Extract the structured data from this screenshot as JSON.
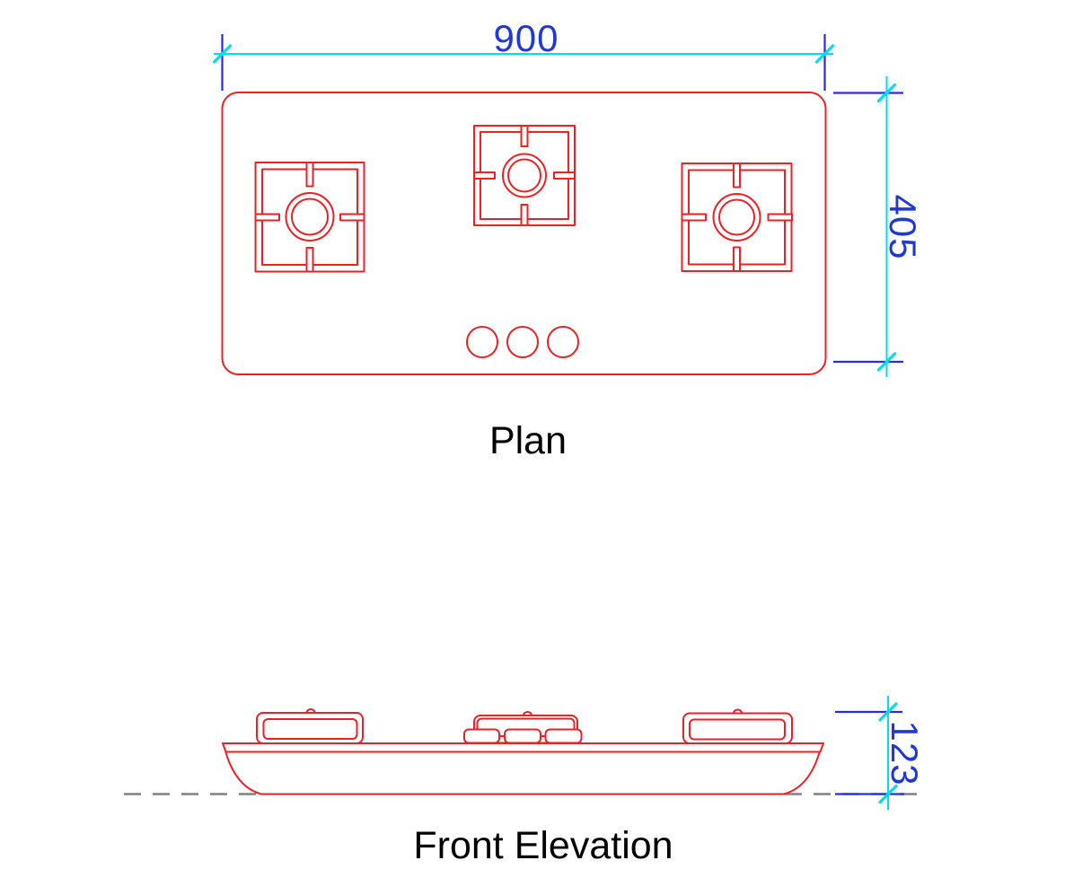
{
  "colors": {
    "outline_red": "#ed2024",
    "dim_text_blue": "#1f38d6",
    "dim_line_cyan": "#00dcf5",
    "ext_line_blue": "#2a2ae0",
    "datum_gray": "#808080",
    "label_black": "#000000",
    "background": "#ffffff"
  },
  "views": {
    "plan": {
      "label": "Plan",
      "dim_width": "900",
      "dim_height": "405",
      "burner_count": 3,
      "knob_count": 3
    },
    "front_elevation": {
      "label": "Front Elevation",
      "dim_height": "123",
      "knob_count": 3
    }
  }
}
